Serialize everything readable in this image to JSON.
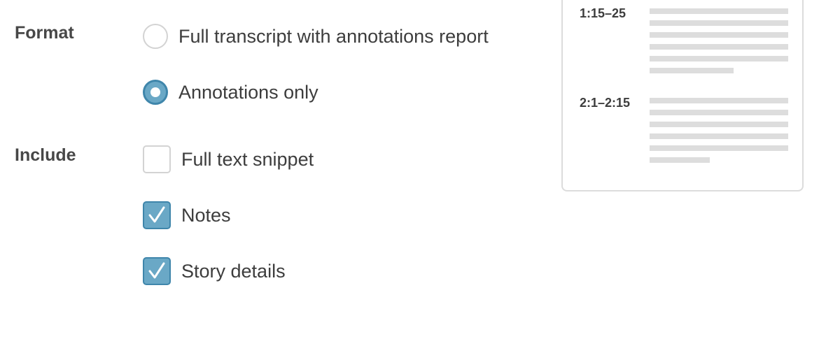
{
  "format": {
    "label": "Format",
    "options": [
      {
        "label": "Full transcript with annotations report",
        "checked": false
      },
      {
        "label": "Annotations only",
        "checked": true
      }
    ]
  },
  "include": {
    "label": "Include",
    "options": [
      {
        "label": "Full text snippet",
        "checked": false
      },
      {
        "label": "Notes",
        "checked": true
      },
      {
        "label": "Story details",
        "checked": true
      }
    ]
  },
  "preview": {
    "entries": [
      {
        "timestamp": "1:15–25"
      },
      {
        "timestamp": "2:1–2:15"
      }
    ]
  },
  "colors": {
    "accent_fill": "#6aa8c6",
    "accent_border": "#3f86ab",
    "control_border": "#d3d3d3",
    "placeholder_line": "#dddddd"
  },
  "icons": {
    "selected_radio": "radio-selected-icon",
    "checkmark": "checkmark-icon"
  }
}
